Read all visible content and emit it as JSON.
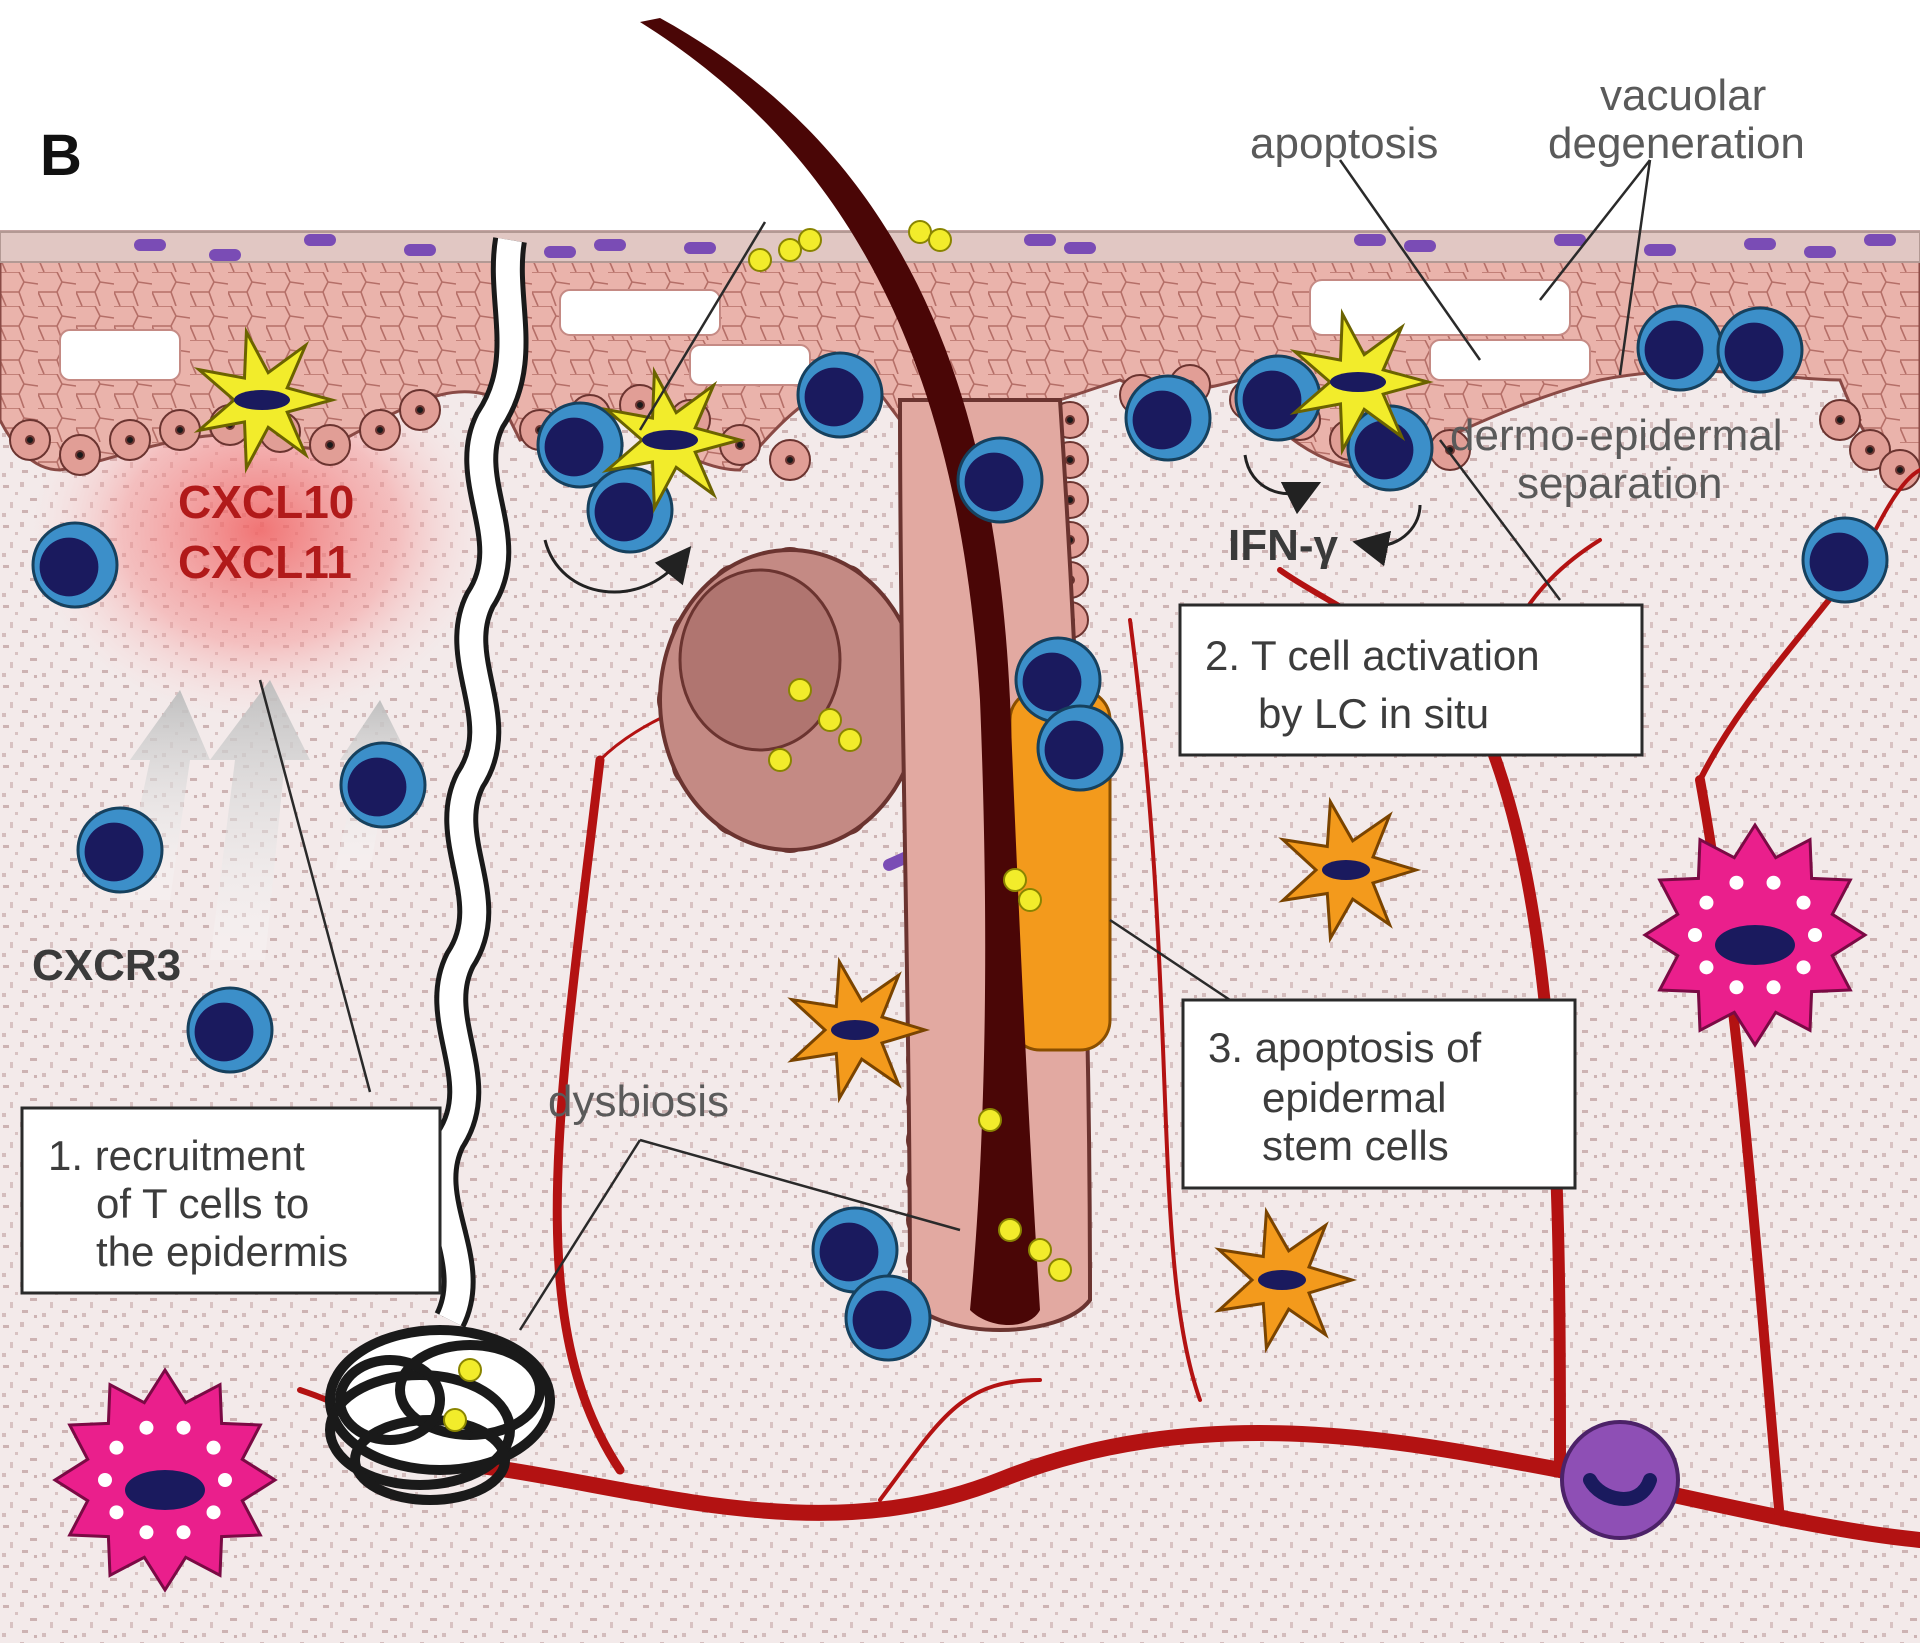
{
  "panel_letter": "B",
  "labels": {
    "apoptosis": "apoptosis",
    "vacuolar_line1": "vacuolar",
    "vacuolar_line2": "degeneration",
    "dermo_line1": "dermo-epidermal",
    "dermo_line2": "separation",
    "ifn": "IFN-γ",
    "cxcl10": "CXCL10",
    "cxcl11": "CXCL11",
    "cxcr3": "CXCR3",
    "dysbiosis": "dysbiosis"
  },
  "steps": [
    {
      "lines": [
        "1. recruitment",
        "of T cells to",
        "the epidermis"
      ]
    },
    {
      "lines": [
        "2. T cell activation",
        "by LC in situ"
      ]
    },
    {
      "lines": [
        "3. apoptosis of",
        "epidermal",
        "stem cells"
      ]
    }
  ],
  "colors": {
    "dermis_bg": "#efe4e4",
    "epidermis": "#e7a9a1",
    "t_cell_outer": "#3c8fc9",
    "t_cell_inner": "#1a1a5e",
    "langerhans": "#f2ec2b",
    "stem_cells": "#f39a1c",
    "mast_cell": "#ea1f8c",
    "hair_shaft": "#4a0606",
    "vessel": "#b31212",
    "bacteria": "#7a4cb5",
    "yellow_dots": "#f2ec2b",
    "chemokine_glow": "#f06060"
  }
}
